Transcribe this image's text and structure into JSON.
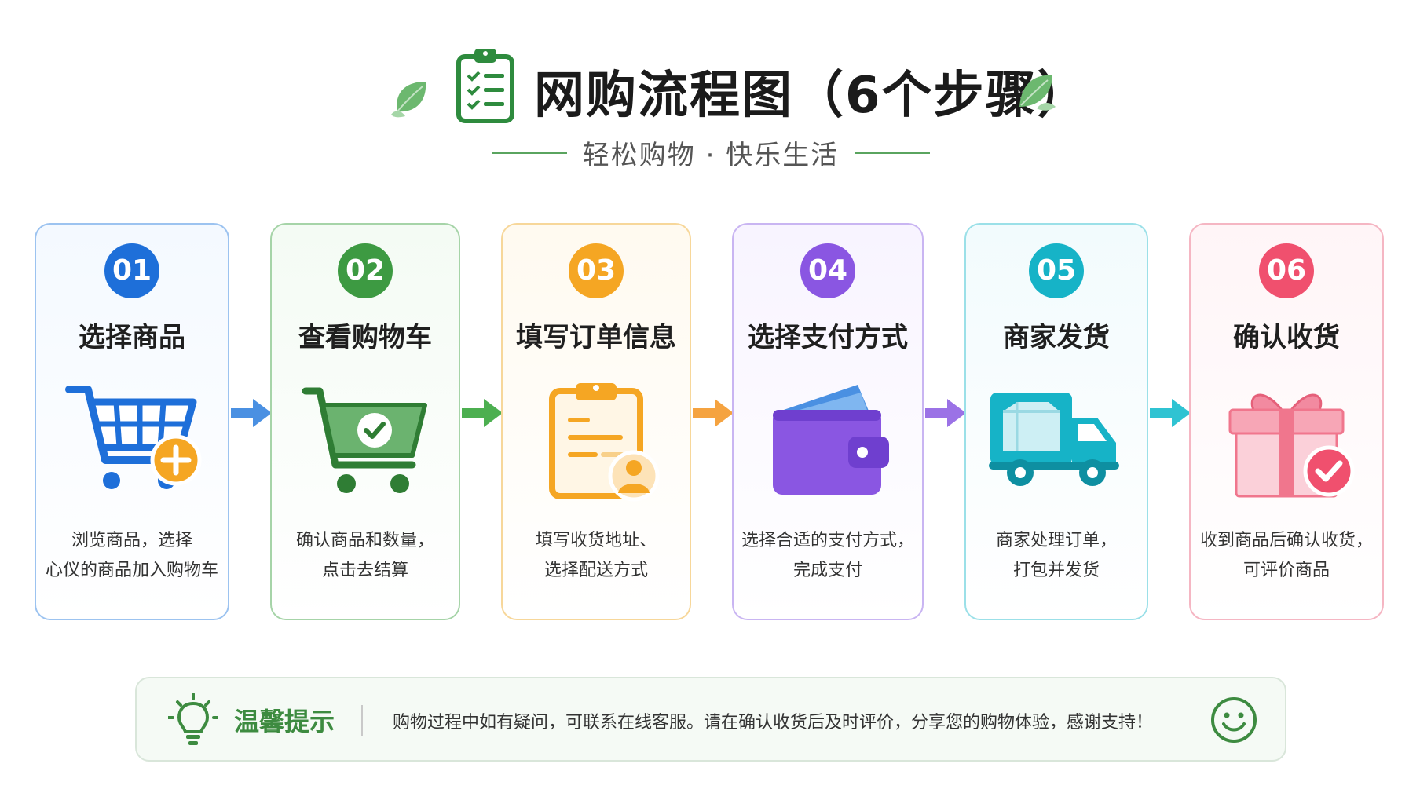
{
  "header": {
    "title": "网购流程图（6个步骤）",
    "subtitle": "轻松购物 · 快乐生活"
  },
  "colors": {
    "accent_green": "#3d8b40",
    "step1": "#1e6fd9",
    "step2": "#3d9a42",
    "step3": "#f5a623",
    "step4": "#8a56e2",
    "step5": "#16b3c7",
    "step6": "#f0506e"
  },
  "steps": [
    {
      "number": "01",
      "title": "选择商品",
      "desc_line1": "浏览商品，选择",
      "desc_line2": "心仪的商品加入购物车",
      "icon": "shopping-cart-plus-icon"
    },
    {
      "number": "02",
      "title": "查看购物车",
      "desc_line1": "确认商品和数量，",
      "desc_line2": "点击去结算",
      "icon": "shopping-cart-check-icon"
    },
    {
      "number": "03",
      "title": "填写订单信息",
      "desc_line1": "填写收货地址、",
      "desc_line2": "选择配送方式",
      "icon": "clipboard-user-icon"
    },
    {
      "number": "04",
      "title": "选择支付方式",
      "desc_line1": "选择合适的支付方式，",
      "desc_line2": "完成支付",
      "icon": "wallet-icon"
    },
    {
      "number": "05",
      "title": "商家发货",
      "desc_line1": "商家处理订单，",
      "desc_line2": "打包并发货",
      "icon": "delivery-truck-icon"
    },
    {
      "number": "06",
      "title": "确认收货",
      "desc_line1": "收到商品后确认收货，",
      "desc_line2": "可评价商品",
      "icon": "gift-check-icon"
    }
  ],
  "tip": {
    "label": "温馨提示",
    "text": "购物过程中如有疑问，可联系在线客服。请在确认收货后及时评价，分享您的购物体验，感谢支持！"
  }
}
